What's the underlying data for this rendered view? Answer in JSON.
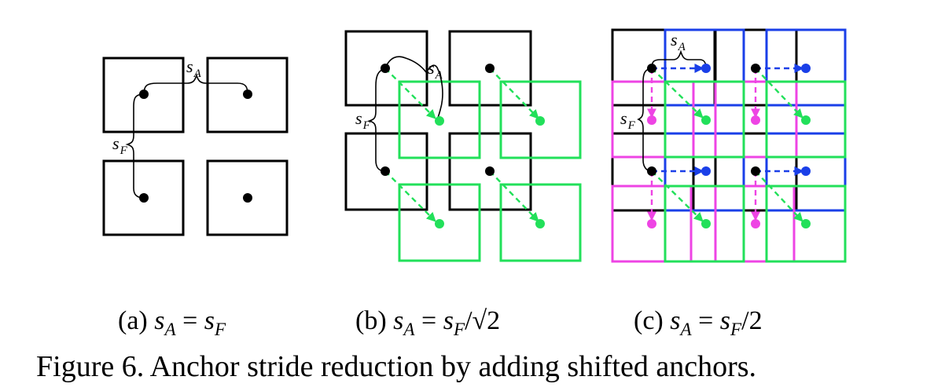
{
  "colors": {
    "frame": "#000000",
    "green": "#22e05a",
    "blue": "#1a3fe8",
    "magenta": "#ee44e4"
  },
  "labels": {
    "s": "s",
    "A": "A",
    "F": "F"
  },
  "subcaptions": {
    "a": {
      "prefix": "(a)",
      "lhs": "s",
      "lhs_sub": "A",
      "op": "=",
      "rhs": "s",
      "rhs_sub": "F",
      "tail": ""
    },
    "b": {
      "prefix": "(b)",
      "lhs": "s",
      "lhs_sub": "A",
      "op": "=",
      "rhs": "s",
      "rhs_sub": "F",
      "tail": "/√2"
    },
    "c": {
      "prefix": "(c)",
      "lhs": "s",
      "lhs_sub": "A",
      "op": "=",
      "rhs": "s",
      "rhs_sub": "F",
      "tail": "/2"
    }
  },
  "caption": "Figure 6. Anchor stride reduction by adding shifted anchors."
}
